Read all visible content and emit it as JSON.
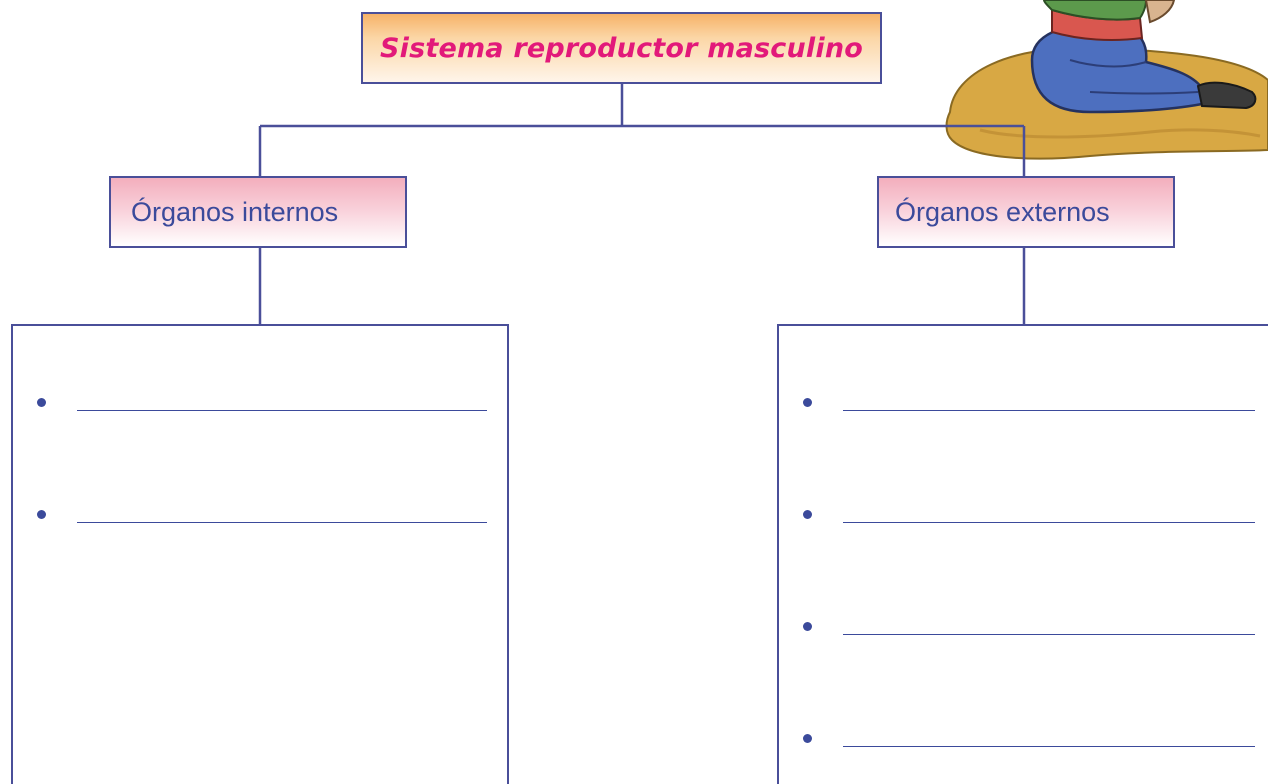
{
  "title": "Sistema reproductor masculino",
  "categories": {
    "internal": {
      "label": "Órganos internos",
      "blank_count": 2
    },
    "external": {
      "label": "Órganos externos",
      "blank_count": 4
    }
  },
  "colors": {
    "border": "#4a4f99",
    "title_text": "#e2197a",
    "category_text": "#3b4a9b",
    "title_fill": "#fbd6a6",
    "category_fill": "#f9d3dc"
  },
  "icons": {
    "bullet": "bullet-dot",
    "decoration": "sitting-child-illustration"
  }
}
